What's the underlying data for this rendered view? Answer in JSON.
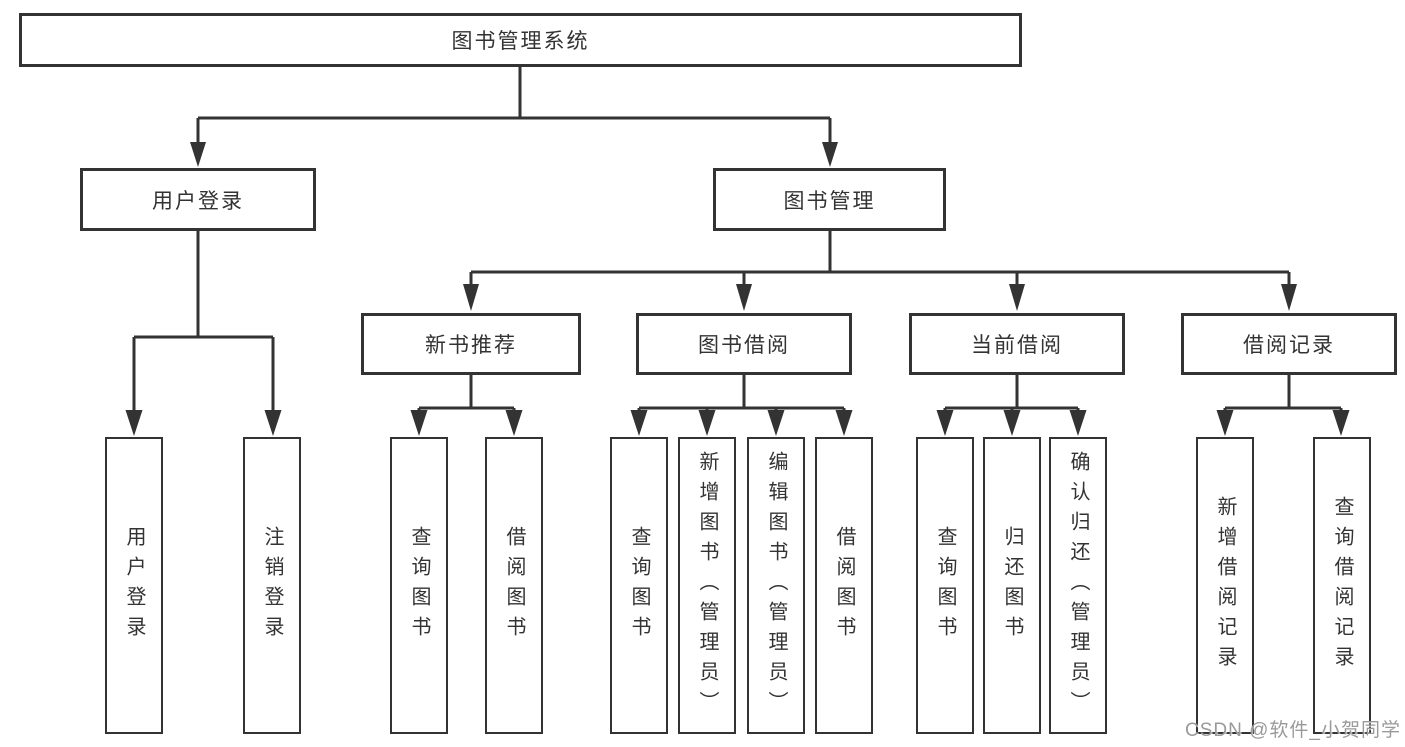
{
  "diagram": {
    "type": "hierarchy-chart",
    "nodes": {
      "root": {
        "label": "图书管理系统"
      },
      "level2": [
        {
          "id": "user-login",
          "label": "用户登录",
          "parent": "图书管理系统"
        },
        {
          "id": "book-management",
          "label": "图书管理",
          "parent": "图书管理系统"
        }
      ],
      "level3": [
        {
          "id": "new-book-recommend",
          "label": "新书推荐",
          "parent": "图书管理"
        },
        {
          "id": "book-borrow",
          "label": "图书借阅",
          "parent": "图书管理"
        },
        {
          "id": "current-borrow",
          "label": "当前借阅",
          "parent": "图书管理"
        },
        {
          "id": "borrow-record",
          "label": "借阅记录",
          "parent": "图书管理"
        }
      ],
      "leaves": [
        {
          "label": "用户登录",
          "parent": "用户登录"
        },
        {
          "label": "注销登录",
          "parent": "用户登录"
        },
        {
          "label": "查询图书",
          "parent": "新书推荐"
        },
        {
          "label": "借阅图书",
          "parent": "新书推荐"
        },
        {
          "label": "查询图书",
          "parent": "图书借阅"
        },
        {
          "label": "新增图书（管理员）",
          "parent": "图书借阅"
        },
        {
          "label": "编辑图书（管理员）",
          "parent": "图书借阅"
        },
        {
          "label": "借阅图书",
          "parent": "图书借阅"
        },
        {
          "label": "查询图书",
          "parent": "当前借阅"
        },
        {
          "label": "归还图书",
          "parent": "当前借阅"
        },
        {
          "label": "确认归还（管理员）",
          "parent": "当前借阅"
        },
        {
          "label": "新增借阅记录",
          "parent": "借阅记录"
        },
        {
          "label": "查询借阅记录",
          "parent": "借阅记录"
        }
      ]
    },
    "colors": {
      "line": "#333333",
      "box_fill": "#ffffff",
      "background": "#ffffff",
      "text": "#333333",
      "watermark": "#9a9a9a"
    }
  },
  "watermark": {
    "text": "CSDN @软件_小贺同学"
  }
}
